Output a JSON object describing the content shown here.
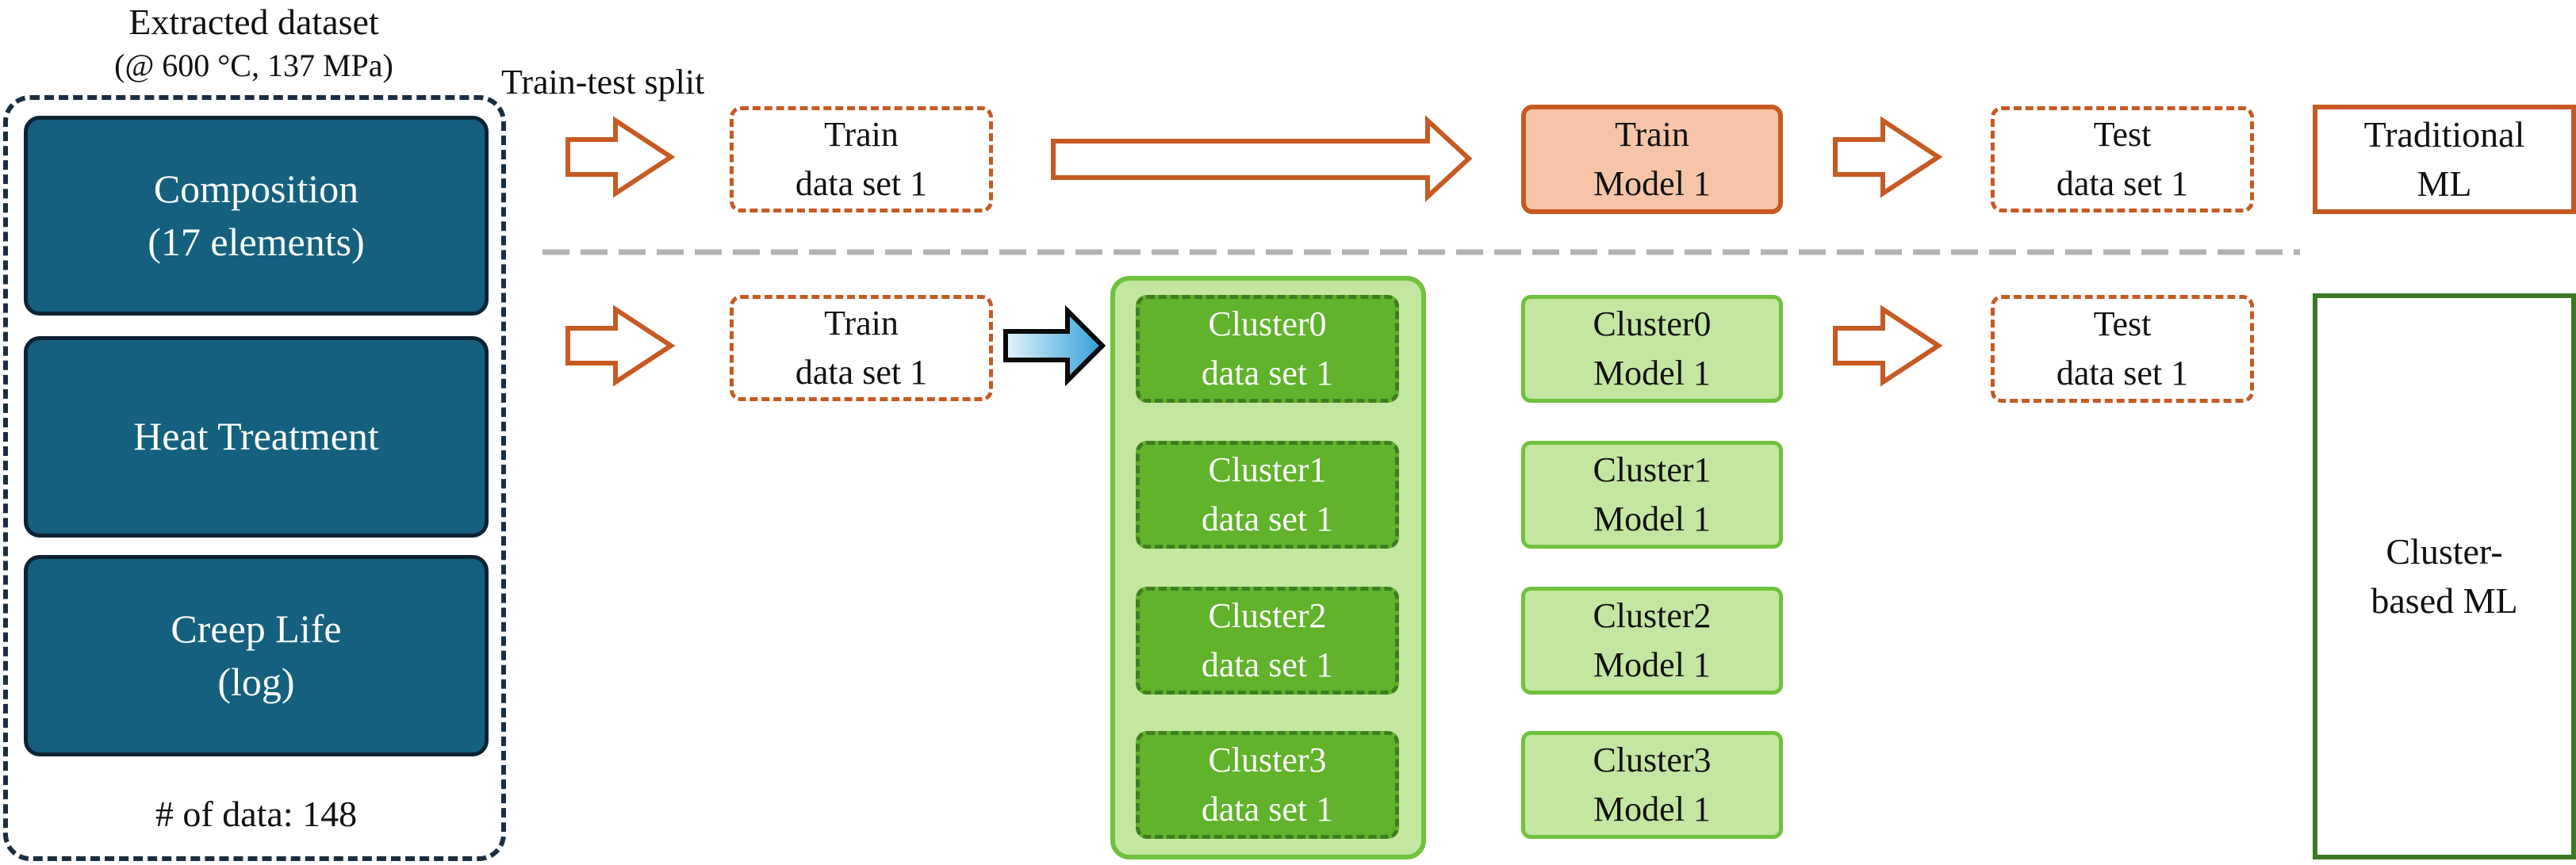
{
  "dataset": {
    "title": "Extracted dataset",
    "subtitle": "(@ 600 °C, 137 MPa)",
    "features": [
      {
        "line1": "Composition",
        "line2": "(17 elements)"
      },
      {
        "line1": "Heat Treatment",
        "line2": ""
      },
      {
        "line1": "Creep Life",
        "line2": "(log)"
      }
    ],
    "count": "# of data: 148"
  },
  "split_label": "Train-test split",
  "traditional": {
    "train_set": {
      "line1": "Train",
      "line2": "data set 1"
    },
    "model": {
      "line1": "Train",
      "line2": "Model 1"
    },
    "test_set": {
      "line1": "Test",
      "line2": "data set 1"
    },
    "label": {
      "line1": "Traditional",
      "line2": "ML"
    }
  },
  "cluster_based": {
    "train_set": {
      "line1": "Train",
      "line2": "data set 1"
    },
    "cluster_sets": [
      {
        "line1": "Cluster0",
        "line2": "data set 1"
      },
      {
        "line1": "Cluster1",
        "line2": "data set 1"
      },
      {
        "line1": "Cluster2",
        "line2": "data set 1"
      },
      {
        "line1": "Cluster3",
        "line2": "data set 1"
      }
    ],
    "cluster_models": [
      {
        "line1": "Cluster0",
        "line2": "Model 1"
      },
      {
        "line1": "Cluster1",
        "line2": "Model 1"
      },
      {
        "line1": "Cluster2",
        "line2": "Model 1"
      },
      {
        "line1": "Cluster3",
        "line2": "Model 1"
      }
    ],
    "test_set": {
      "line1": "Test",
      "line2": "data set 1"
    },
    "label": {
      "line1": "Cluster-",
      "line2": "based ML"
    }
  },
  "colors": {
    "dataset_blue": "#14607e",
    "orange": "#c65a22",
    "orange_fill": "#f6c5a8",
    "green_dark": "#60b32a",
    "green_light": "#c3e7a1",
    "green_outline": "#3b7a23",
    "cyan_arrow": "#36a6dc"
  }
}
